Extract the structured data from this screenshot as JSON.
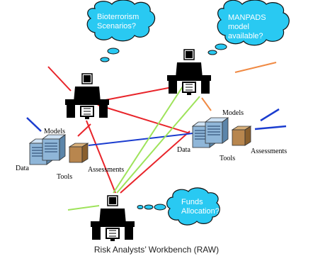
{
  "bubbles": {
    "bioterrorism": [
      "Bioterrorism",
      "Scenarios?"
    ],
    "manpads": [
      "MANPADS",
      "model",
      "available?"
    ],
    "funds": [
      "Funds",
      "Allocation?"
    ]
  },
  "resource_labels": {
    "left": {
      "models": "Models",
      "data": "Data",
      "tools": "Tools",
      "assessments": "Assessments"
    },
    "right": {
      "models": "Models",
      "data": "Data",
      "tools": "Tools",
      "assessments": "Assessments"
    }
  },
  "caption": "Risk Analysts’ Workbench (RAW)",
  "colors": {
    "cloud_fill": "#29c9f2",
    "cloud_stroke": "#111111",
    "red_line": "#e8242a",
    "green_line": "#9ee35a",
    "blue_line": "#1a3ccf",
    "orange_line": "#f08a44",
    "server_fill": "#8fb6d8",
    "desk": "#111111"
  }
}
